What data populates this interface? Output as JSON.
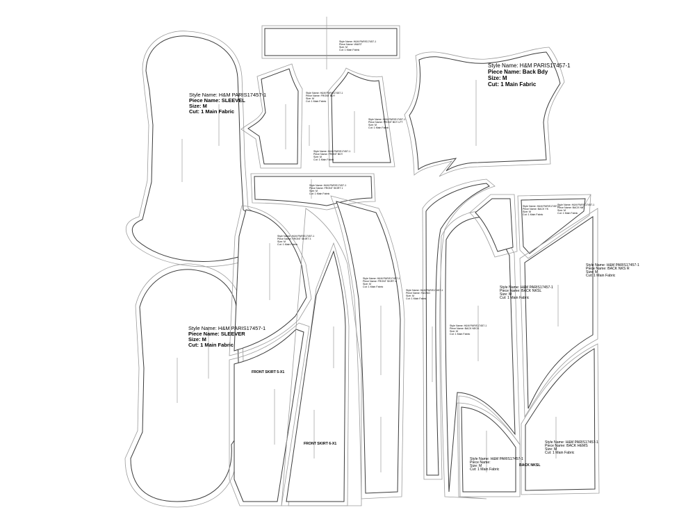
{
  "labels": {
    "sleevel": {
      "style": "Style Name: H&M  PARIS17457-1",
      "piece": "Piece Name: SLEEVEL",
      "size": "Size: M",
      "cut": "Cut: 1 Main Fabric"
    },
    "sleever": {
      "style": "Style Name: H&M  PARIS17457-1",
      "piece": "Piece Name: SLEEVER",
      "size": "Size: M",
      "cut": "Cut: 1 Main Fabric"
    },
    "back_bdy": {
      "style": "Style Name: H&M  PARIS17457-1",
      "piece": "Piece Name: Back Bdy",
      "size": "Size: M",
      "cut": "Cut: 1 Main Fabric"
    },
    "band": {
      "style": "Style Name: H&M  PARIS17457-1",
      "piece": "Piece Name: WAIST",
      "size": "Size: M",
      "cut": "Cut: 1 Main Fabric"
    },
    "front_bdy_left": {
      "style": "Style Name: H&M  PARIS17457-1",
      "piece": "Piece Name: FRONT BDY",
      "size": "Size: M",
      "cut": "Cut: 1 Main Fabric"
    },
    "front_bdy_mid": {
      "style": "Style Name: H&M  PARIS17457-1",
      "piece": "Piece Name: FRONT BDY",
      "size": "Size: M",
      "cut": "Cut: 1 Main Fabric"
    },
    "front_bdy_right": {
      "style": "Style Name: H&M  PARIS17457-1",
      "piece": "Piece Name: FRONT BDY LFT",
      "size": "Size: M",
      "cut": "Cut: 1 Main Fabric"
    },
    "front_skirt_1": {
      "style": "Style Name: H&M  PARIS17457-1",
      "piece": "Piece Name: FRONT SKIRT 1",
      "size": "Size: M",
      "cut": "Cut: 1 Main Fabric"
    },
    "front_skirt_3": {
      "style": "Style Name: H&M  PARIS17457-1",
      "piece": "Piece Name: FRONT SKIRT 3",
      "size": "Size: M",
      "cut": "Cut: 1 Main Fabric"
    },
    "front_skirt_4": {
      "style": "Style Name: H&M  PARIS17457-1",
      "piece": "Piece Name: FRONT SKIRT 4",
      "size": "Size: M",
      "cut": "Cut: 1 Main Fabric"
    },
    "facing_strip": {
      "style": "Style Name: H&M  PARIS17457-1",
      "piece": "Piece Name: FACING",
      "size": "Size: M",
      "cut": "Cut: 1 Main Fabric"
    },
    "back_neck_strip": {
      "style": "Style Name: H&M  PARIS17457-1",
      "piece": "Piece Name: BACK NECK",
      "size": "Size: M",
      "cut": "Cut: 1 Main Fabric"
    },
    "back_yk": {
      "style": "Style Name: H&M  PARIS17457-1",
      "piece": "Piece Name: BACK YK",
      "size": "Size: M",
      "cut": "Cut: 1 Main Fabric"
    },
    "back_nk_r_small": {
      "style": "Style Name: H&M  PARIS17457-1",
      "piece": "Piece Name: BACK NK",
      "size": "Size: M",
      "cut": "Cut: 1 Main Fabric"
    },
    "back_nkl": {
      "style": "Style Name: H&M  PARIS17457-1",
      "piece": "Piece Name: BACK NKSL",
      "size": "Size: M",
      "cut": "Cut: 1 Main Fabric"
    },
    "back_nks_r": {
      "style": "Style Name: H&M  PARIS17457-1",
      "piece": "Piece Name: BACK NKS R",
      "size": "Size: M",
      "cut": "Cut: 1 Main Fabric"
    },
    "back_skirt_l": {
      "style": "Style Name: H&M  PARIS17457-1",
      "piece": "Piece Name:",
      "size": "Size: M",
      "cut": "Cut: 1 Main Fabric"
    },
    "back_hems": {
      "style": "Style Name: H&M  PARIS17457-1",
      "piece": "Piece Name: BACK HEMS",
      "size": "Size: M",
      "cut": "Cut: 1 Main Fabric"
    }
  },
  "standalone": {
    "front_skirt_5": "FRONT SKIRT 5-X1",
    "front_skirt_6": "FRONT SKIRT 6-X1",
    "back_nksl": "BACK NKSL"
  }
}
